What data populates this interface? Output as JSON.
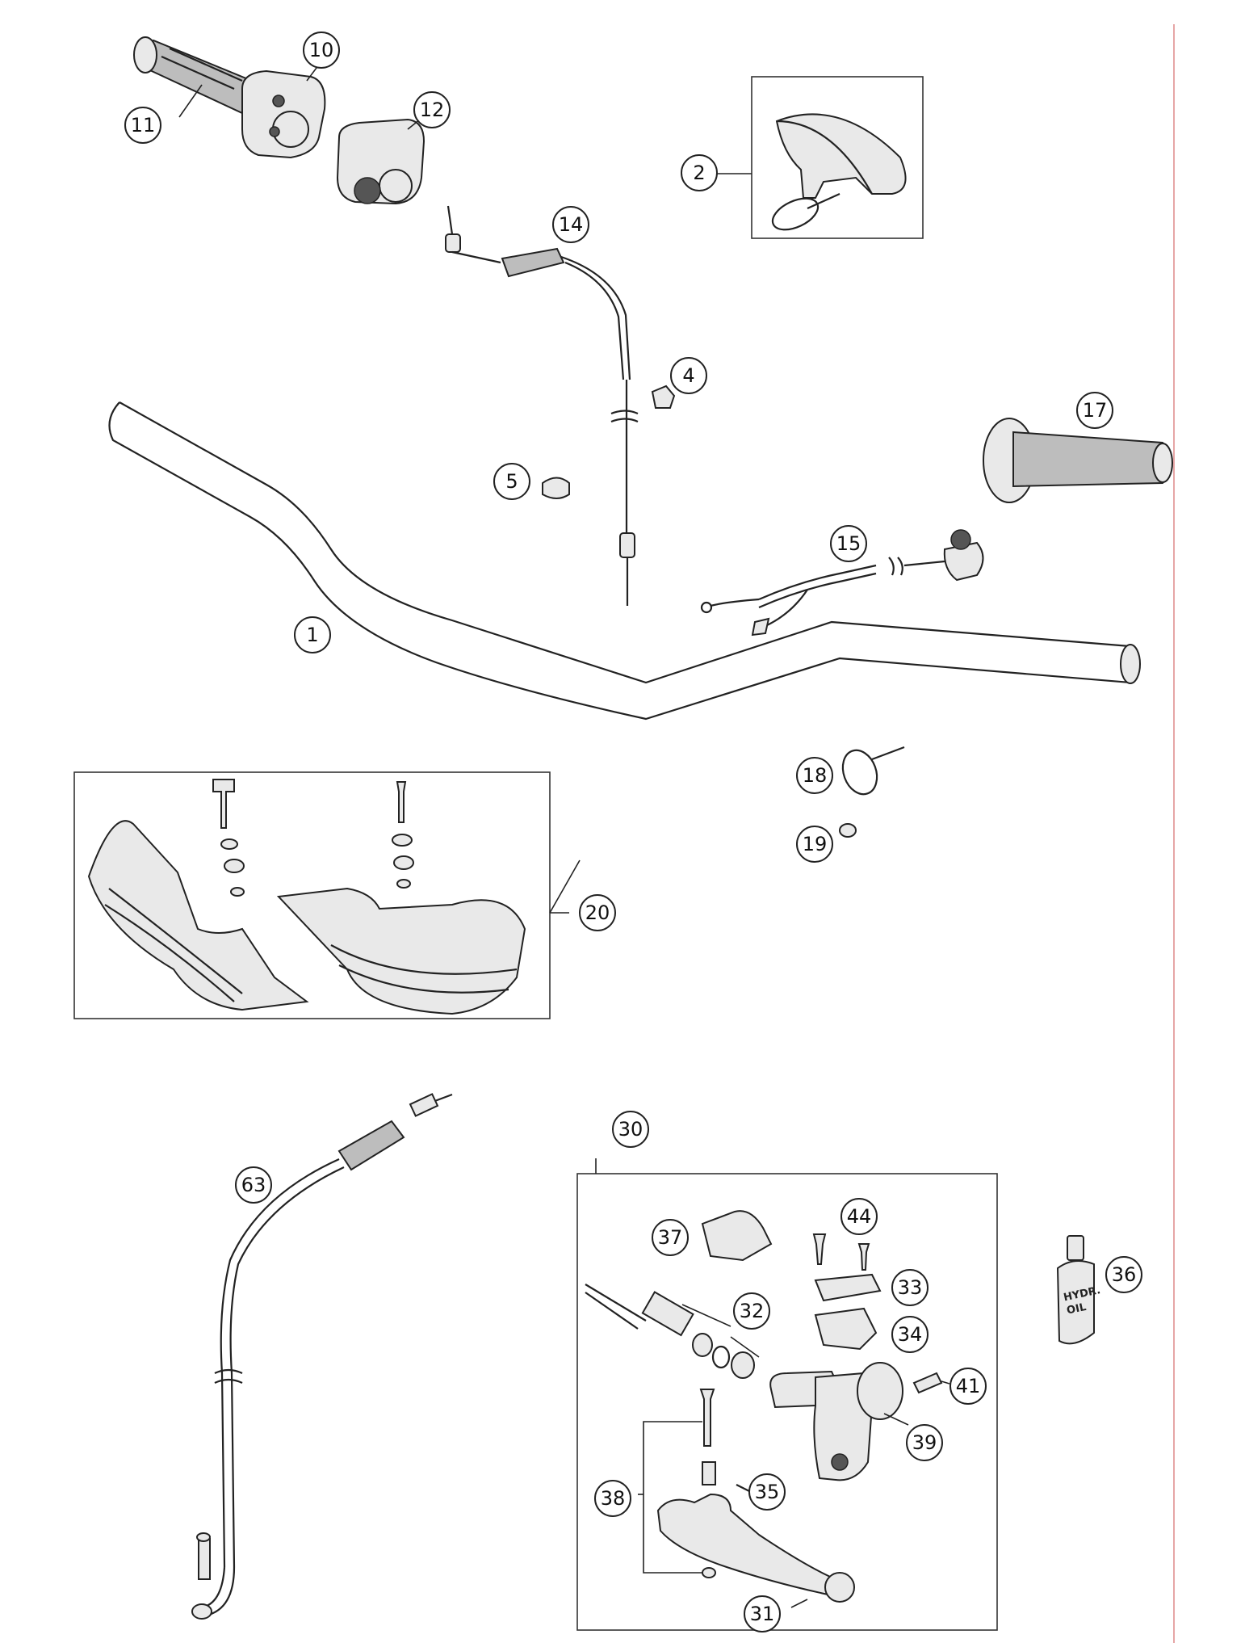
{
  "callouts": [
    "10",
    "11",
    "12",
    "2",
    "14",
    "4",
    "5",
    "17",
    "15",
    "1",
    "18",
    "19",
    "20",
    "30",
    "63",
    "37",
    "44",
    "33",
    "32",
    "34",
    "41",
    "36",
    "38",
    "35",
    "39",
    "31"
  ],
  "oil_bottle": {
    "line1": "HYDR.",
    "line2": "OIL"
  }
}
